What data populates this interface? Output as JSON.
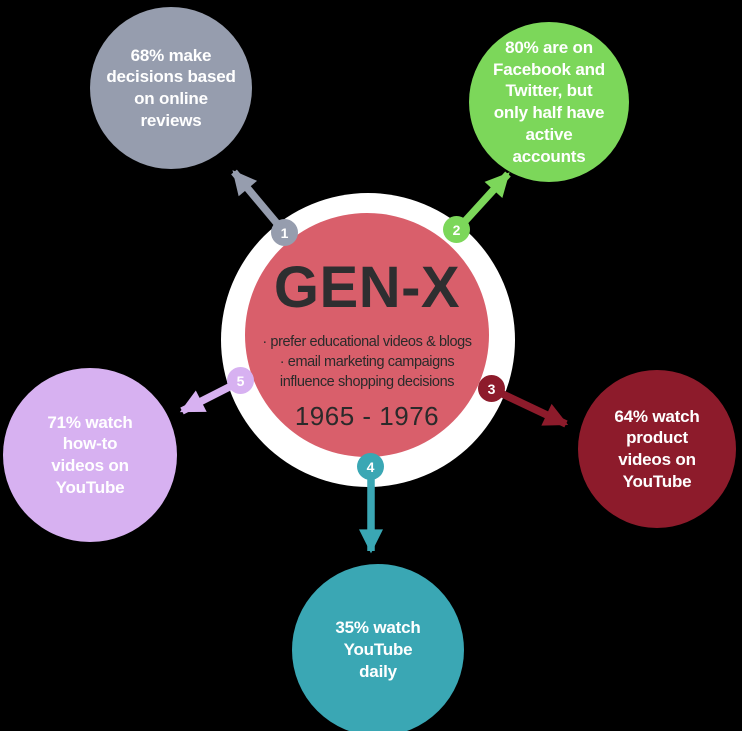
{
  "background_color": "#000000",
  "center": {
    "title": "GEN-X",
    "bullet_lines": [
      "· prefer educational videos & blogs",
      "· email marketing campaigns",
      "influence shopping decisions"
    ],
    "years": "1965 - 1976",
    "disc_color": "#d95f6b",
    "ring_color": "#ffffff",
    "text_color": "#2e2e30"
  },
  "bubbles": [
    {
      "number": "1",
      "position": "top-left",
      "lines": [
        "68% make",
        "decisions based",
        "on online",
        "reviews"
      ],
      "stat": "68%",
      "color": "#969dae",
      "text_color": "#ffffff"
    },
    {
      "number": "2",
      "position": "top-right",
      "lines": [
        "80% are on",
        "Facebook and",
        "Twitter, but",
        "only half have",
        "active",
        "accounts"
      ],
      "stat": "80%",
      "color": "#7cd75a",
      "text_color": "#ffffff"
    },
    {
      "number": "3",
      "position": "right",
      "lines": [
        "64% watch",
        "product",
        "videos on",
        "YouTube"
      ],
      "stat": "64%",
      "color": "#8d1b2b",
      "text_color": "#ffffff"
    },
    {
      "number": "4",
      "position": "bottom",
      "lines": [
        "35% watch",
        "YouTube",
        "daily"
      ],
      "stat": "35%",
      "color": "#3aa7b4",
      "text_color": "#ffffff"
    },
    {
      "number": "5",
      "position": "left",
      "lines": [
        "71% watch",
        "how-to",
        "videos on",
        "YouTube"
      ],
      "stat": "71%",
      "color": "#d7b1f1",
      "text_color": "#ffffff"
    }
  ]
}
